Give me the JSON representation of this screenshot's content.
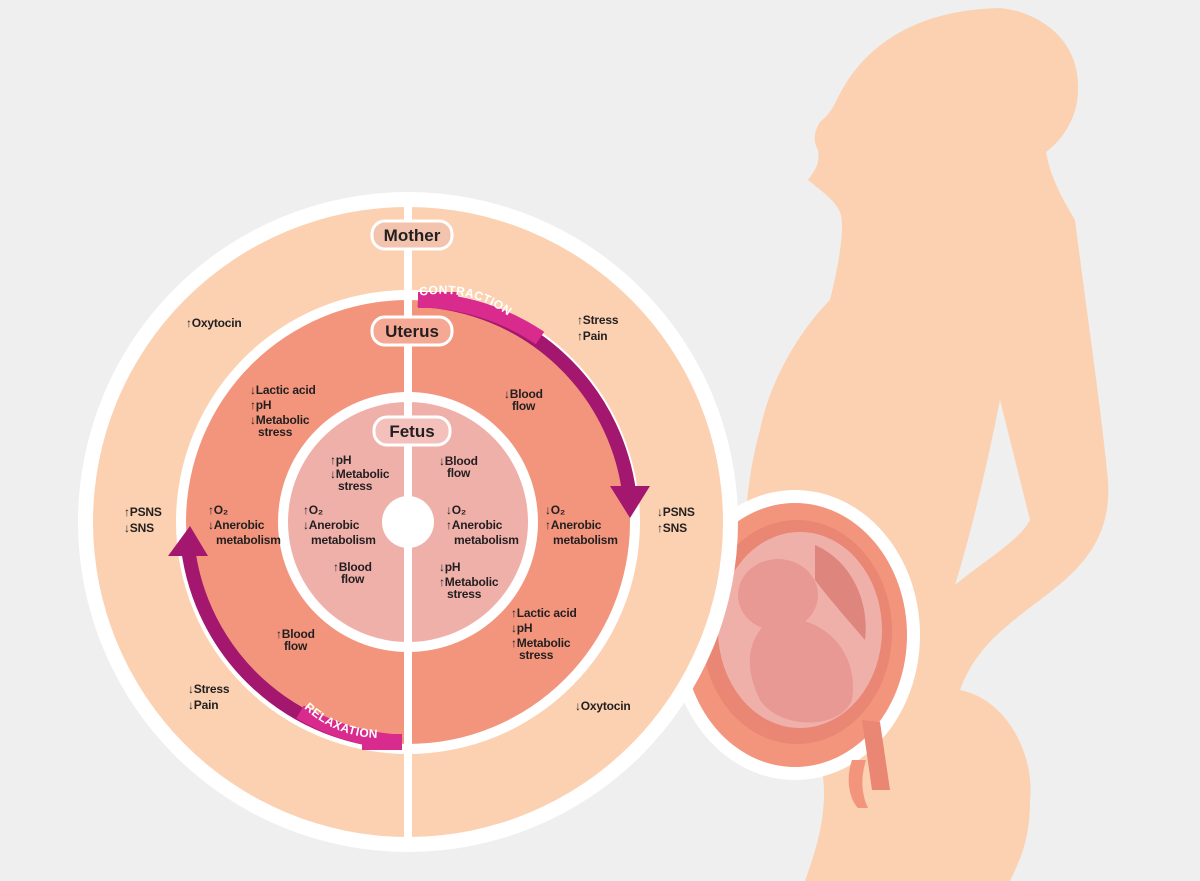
{
  "rings": {
    "mother": "Mother",
    "uterus": "Uterus",
    "fetus": "Fetus"
  },
  "arrows": {
    "contraction": "CONTRACTION",
    "relaxation": "RELAXATION"
  },
  "mother_left": {
    "oxytocin": [
      "↑Oxytocin"
    ],
    "psns_sns": [
      "↑PSNS",
      "↓SNS"
    ],
    "stress_pain": [
      "↓Stress",
      "↓Pain"
    ]
  },
  "mother_right": {
    "stress_pain": [
      "↑Stress",
      "↑Pain"
    ],
    "psns_sns": [
      "↓PSNS",
      "↑SNS"
    ],
    "oxytocin": [
      "↓Oxytocin"
    ]
  },
  "uterus_left": {
    "lactic": [
      "↓Lactic acid",
      "↑pH",
      "↓Metabolic",
      "stress"
    ],
    "o2": [
      "↑O₂",
      "↓Anerobic",
      "metabolism"
    ],
    "blood": [
      "↑Blood",
      "flow"
    ]
  },
  "uterus_right": {
    "blood": [
      "↓Blood",
      "flow"
    ],
    "o2": [
      "↓O₂",
      "↑Anerobic",
      "metabolism"
    ],
    "lactic": [
      "↑Lactic acid",
      "↓pH",
      "↑Metabolic",
      "stress"
    ]
  },
  "fetus_left": {
    "ph": [
      "↑pH",
      "↓Metabolic",
      "stress"
    ],
    "o2": [
      "↑O₂",
      "↓Anerobic",
      "metabolism"
    ],
    "blood": [
      "↑Blood",
      "flow"
    ]
  },
  "fetus_right": {
    "blood": [
      "↓Blood",
      "flow"
    ],
    "o2": [
      "↓O₂",
      "↑Anerobic",
      "metabolism"
    ],
    "ph": [
      "↓pH",
      "↑Metabolic",
      "stress"
    ]
  },
  "colors": {
    "background": "#efefef",
    "skin": "#fbd1b1",
    "mother_ring": "#fbd1b1",
    "uterus_ring": "#f3957c",
    "fetus_ring": "#f0b0aa",
    "arrow": "#a4176f",
    "label_tab": "#f2c4ad"
  }
}
